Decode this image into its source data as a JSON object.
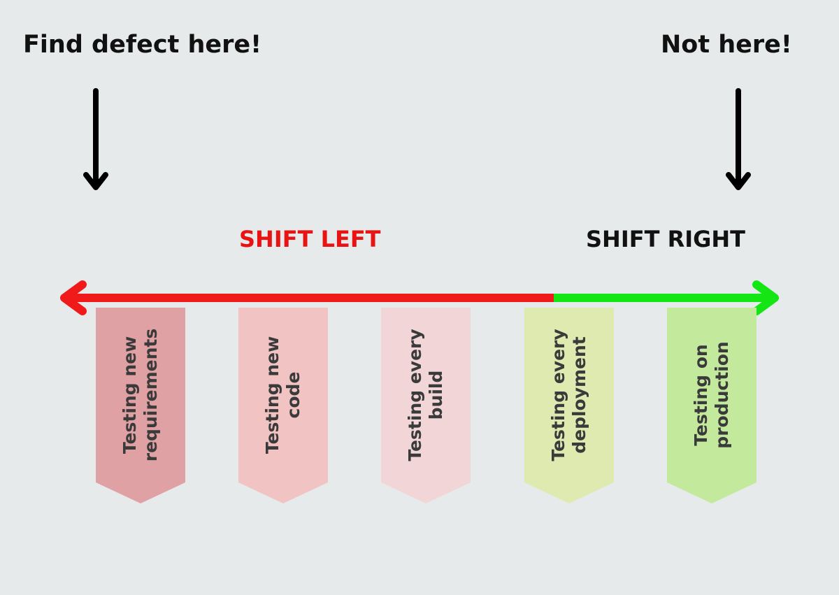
{
  "callouts": {
    "left": "Find defect here!",
    "right": "Not here!"
  },
  "shift": {
    "left": "SHIFT LEFT",
    "right": "SHIFT RIGHT"
  },
  "stages": [
    {
      "label": "Testing new requirements",
      "color": "#dfa1a3"
    },
    {
      "label": "Testing new code",
      "color": "#f1c3c3"
    },
    {
      "label": "Testing every build",
      "color": "#f1d5d7"
    },
    {
      "label": "Testing every deployment",
      "color": "#dfeab1"
    },
    {
      "label": "Testing on production",
      "color": "#c2e99c"
    }
  ],
  "colors": {
    "shift_left": "#e81414",
    "shift_right": "#111111",
    "timeline_left": "#f01a1a",
    "timeline_right": "#14e614",
    "pointer_arrows": "#000000"
  }
}
